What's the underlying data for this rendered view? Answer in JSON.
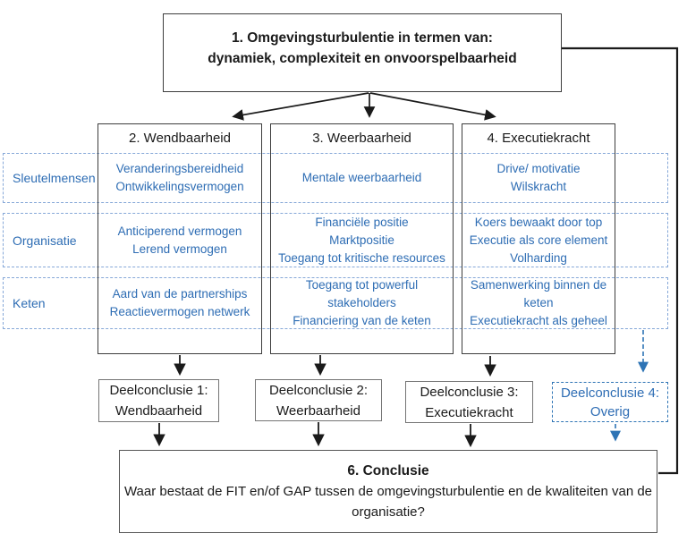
{
  "colors": {
    "blue-text": "#2E6DB4",
    "row-border": "#86A8D8",
    "box-border": "#3D3D3D",
    "sub-border": "#757575",
    "accent-blue": "#2E74B5",
    "ink": "#1A1A1A"
  },
  "diagram": {
    "top_box": {
      "line1": "1. Omgevingsturbulentie in termen van:",
      "line2": "dynamiek, complexiteit en onvoorspelbaarheid"
    },
    "row_labels": [
      "Sleutelmensen",
      "Organisatie",
      "Keten"
    ],
    "columns": [
      {
        "header": "2. Wendbaarheid",
        "rows": [
          "Veranderingsbereidheid\nOntwikkelingsvermogen",
          "Anticiperend vermogen\nLerend vermogen",
          "Aard van de partnerships\nReactievermogen netwerk"
        ]
      },
      {
        "header": "3. Weerbaarheid",
        "rows": [
          "Mentale weerbaarheid",
          "Financiële positie\nMarktpositie\nToegang tot kritische resources",
          "Toegang tot powerful\nstakeholders\nFinanciering van de keten"
        ]
      },
      {
        "header": "4. Executiekracht",
        "rows": [
          "Drive/ motivatie\nWilskracht",
          "Koers bewaakt door top\nExecutie als core element\nVolharding",
          "Samenwerking binnen de\nketen\nExecutiekracht als geheel"
        ]
      }
    ],
    "subconclusions": [
      {
        "line1": "Deelconclusie 1:",
        "line2": "Wendbaarheid"
      },
      {
        "line1": "Deelconclusie 2:",
        "line2": "Weerbaarheid"
      },
      {
        "line1": "Deelconclusie 3:",
        "line2": "Executiekracht"
      },
      {
        "line1": "Deelconclusie 4:",
        "line2": "Overig"
      }
    ],
    "conclusion": {
      "title": "6. Conclusie",
      "body": "Waar bestaat de FIT en/of GAP tussen de omgevingsturbulentie en de kwaliteiten van de organisatie?"
    }
  }
}
